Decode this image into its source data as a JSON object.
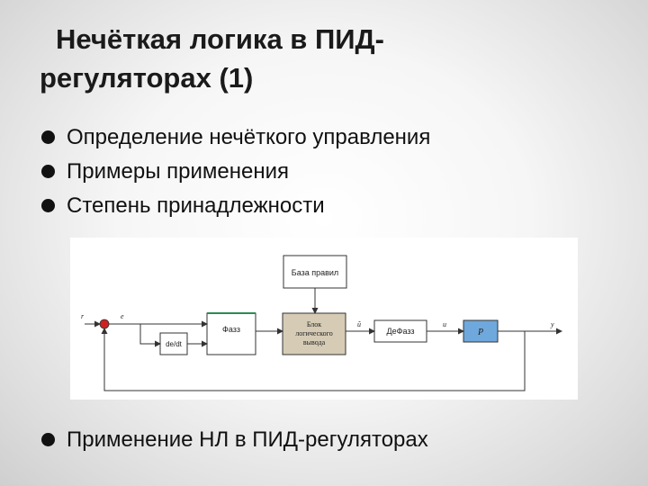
{
  "slide": {
    "title_line1": "Нечёткая логика в ПИД-",
    "title_line2": "регуляторах (1)",
    "bullets": [
      "Определение нечёткого управления",
      "Примеры применения",
      "Степень принадлежности"
    ],
    "last_bullet": "Применение НЛ в ПИД-регуляторах"
  },
  "diagram": {
    "rule_base": "База правил",
    "fuzzifier": "Фазз",
    "inference_line1": "Блок",
    "inference_line2": "логического",
    "inference_line3": "вывода",
    "defuzzifier": "ДеФазз",
    "plant": "P",
    "derivative": "de/dt",
    "signal_r": "r",
    "signal_e": "e",
    "signal_u_tilde": "ũ",
    "signal_u": "u",
    "signal_y": "y",
    "colors": {
      "block_border": "#333333",
      "inference_fill": "#d6cbb5",
      "plant_fill": "#6fa8dc",
      "summer": "#cc2222",
      "fuzz_accent": "#2e8b57"
    }
  }
}
